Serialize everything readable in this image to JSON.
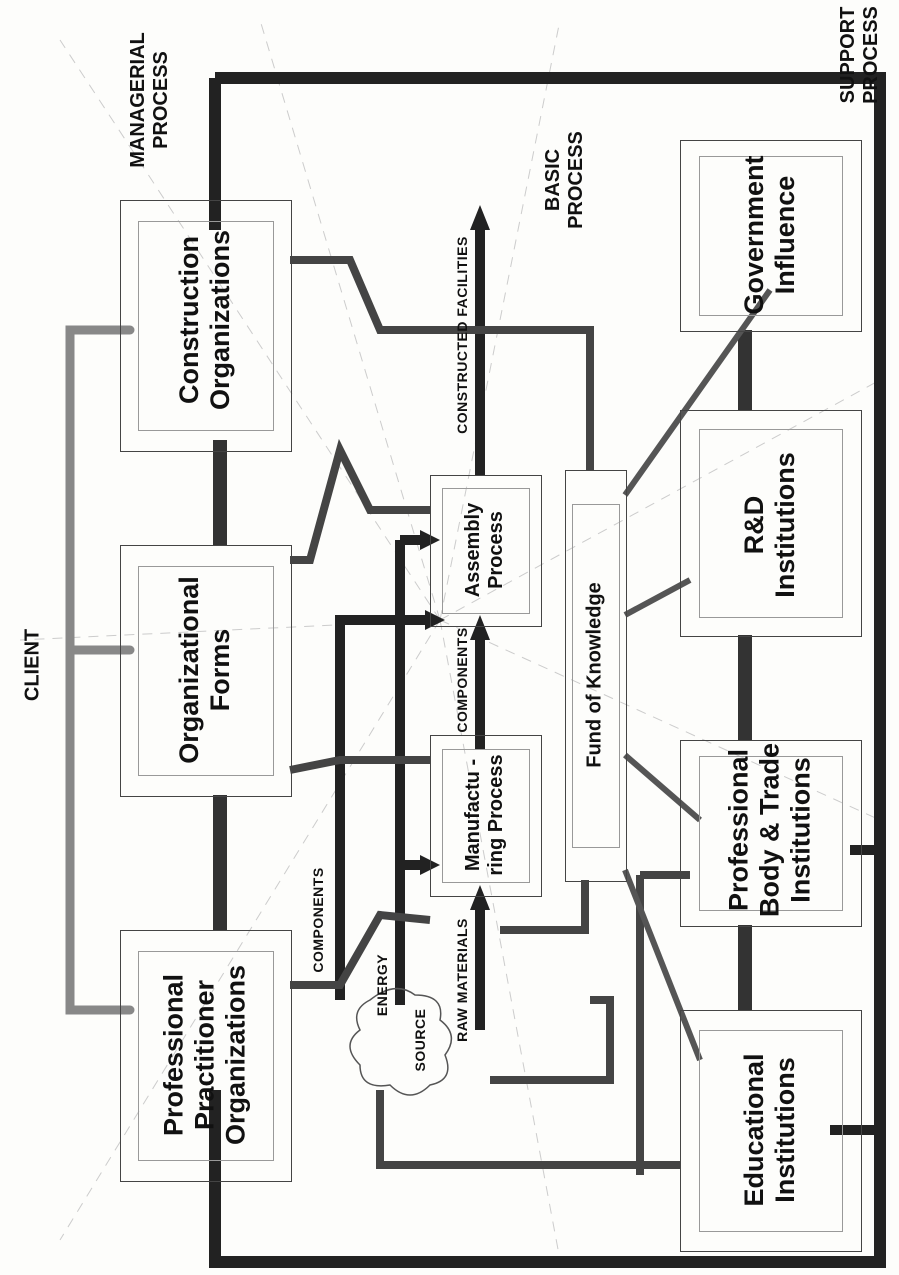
{
  "diagram": {
    "process_labels": {
      "managerial": "MANAGERIAL PROCESS",
      "basic": "BASIC PROCESS",
      "support": "SUPPORT PROCESS",
      "client": "CLIENT"
    },
    "organizations": {
      "construction": "Construction Organizations",
      "organizational_forms": "Organizational Forms",
      "professional_practitioner": "Professional Practitioner Organizations"
    },
    "processes": {
      "assembly": "Assembly Process",
      "manufacturing": "Manufactu -ring Process",
      "fund": "Fund of Knowledge"
    },
    "support_institutions": {
      "government": "Government Influence",
      "rd": "R&D Institutions",
      "professional_body": "Professional Body & Trade Institutions",
      "educational": "Educational Institutions"
    },
    "flow_labels": {
      "constructed_facilities": "CONSTRUCTED FACILITIES",
      "components_upper": "COMPONENTS",
      "components_lower": "COMPONENTS",
      "energy": "ENERGY",
      "raw_materials": "RAW MATERIALS",
      "source": "SOURCE"
    }
  }
}
